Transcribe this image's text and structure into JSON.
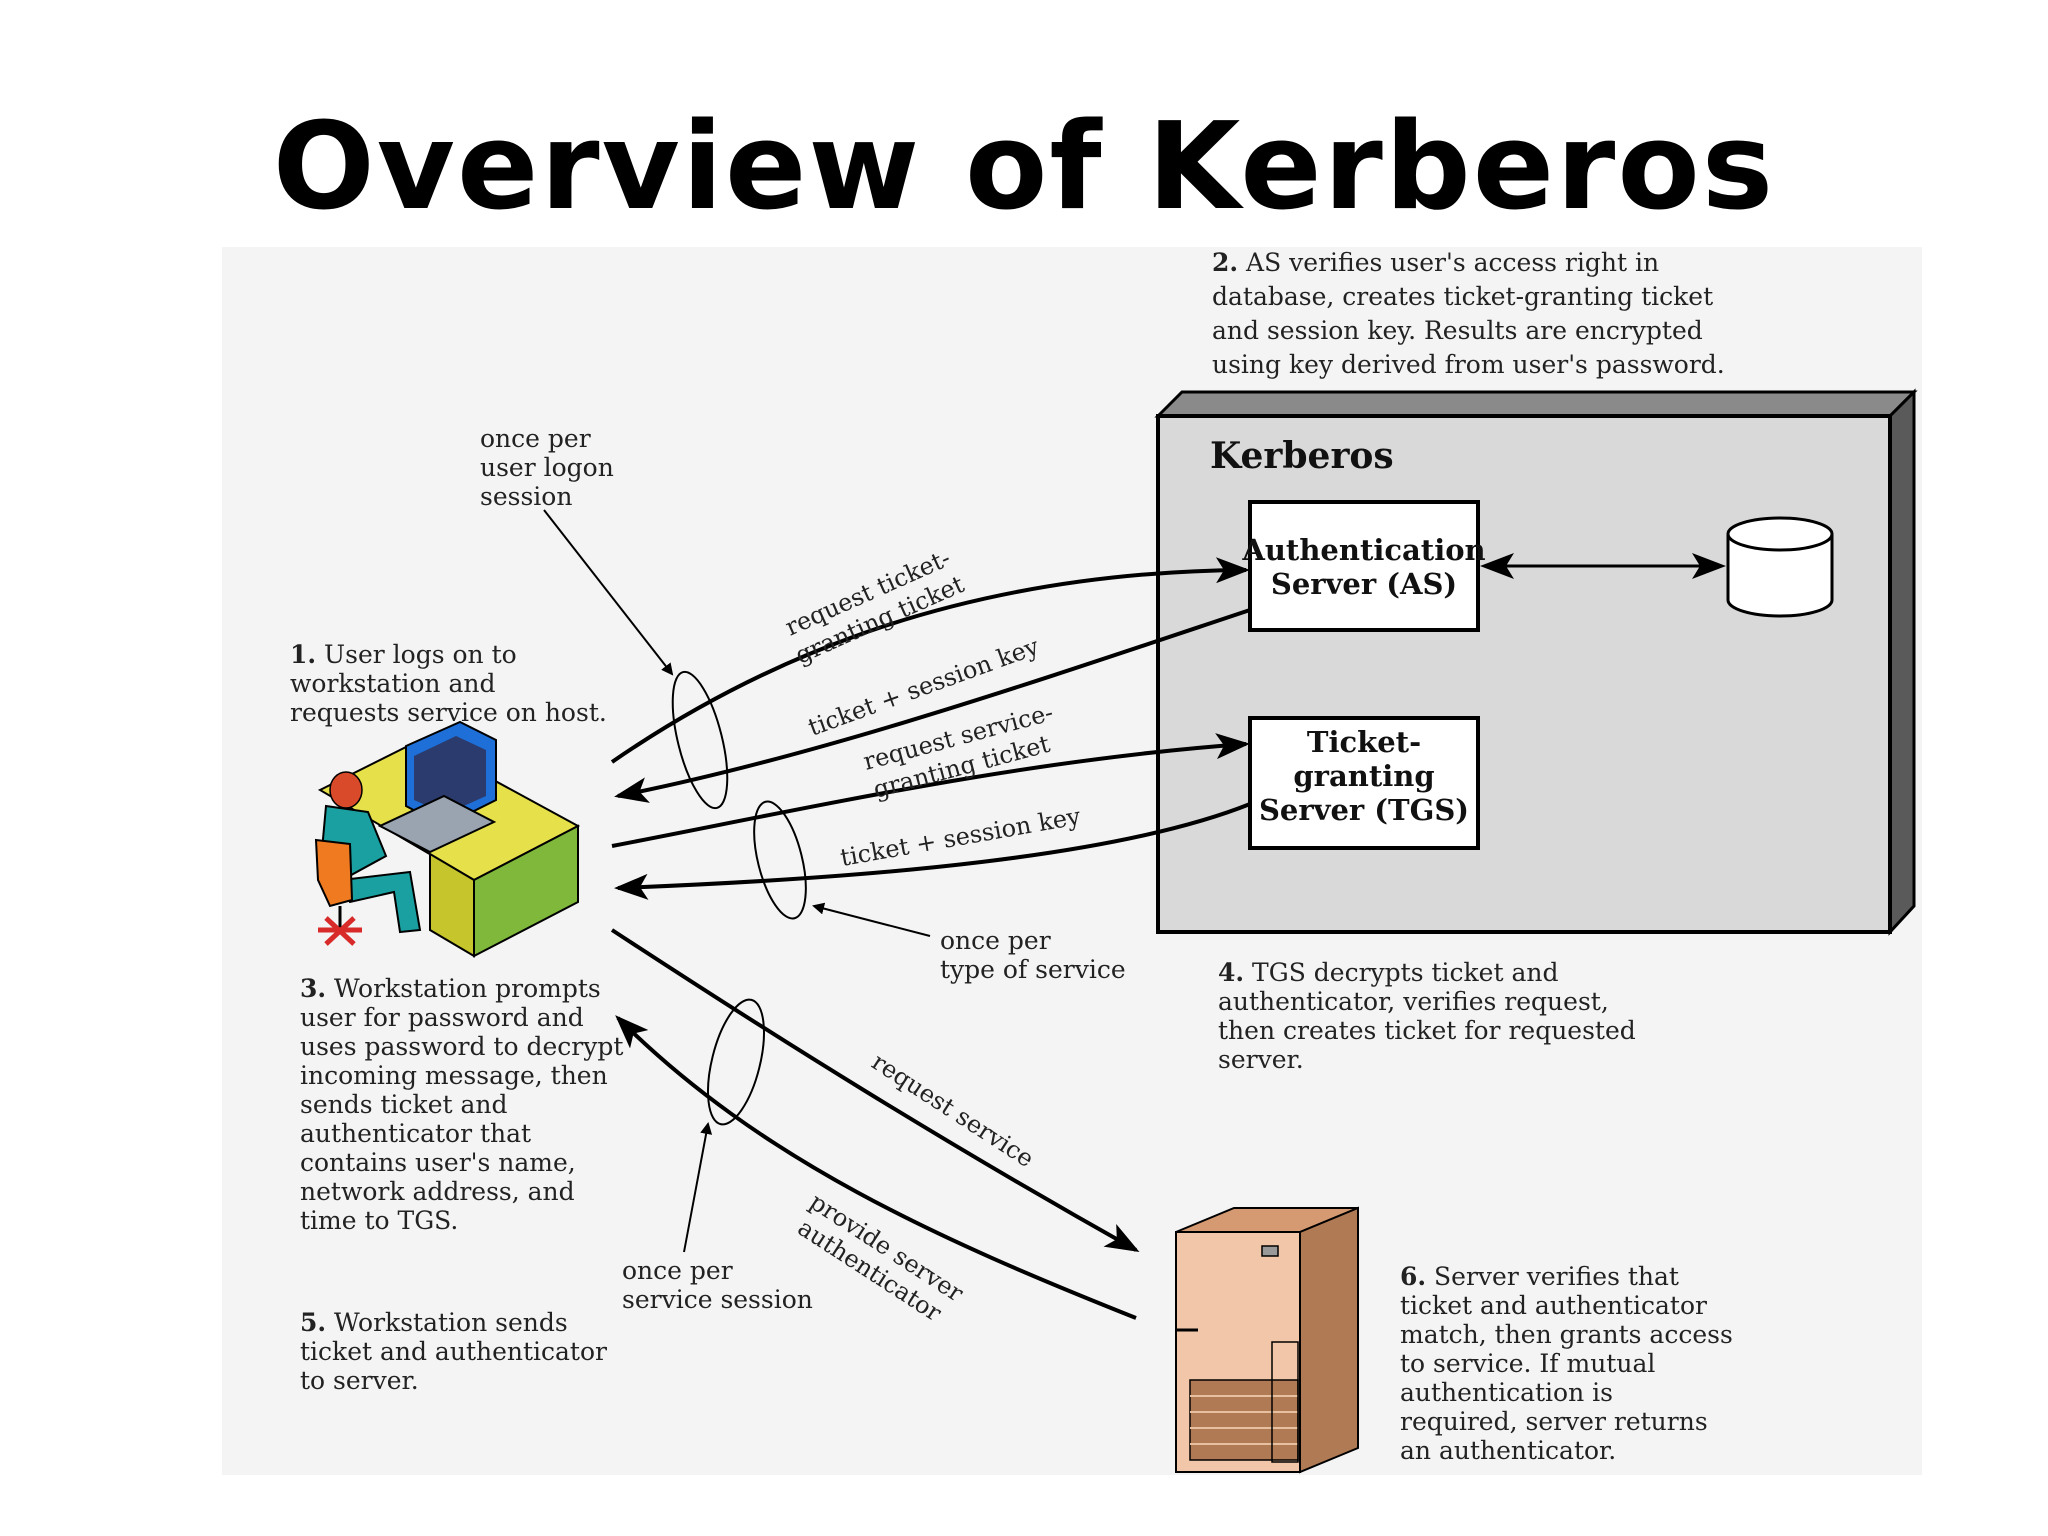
{
  "title": "Overview of Kerberos",
  "colors": {
    "panel": "#f4f4f4",
    "kerberos_box": "#d9d9d9",
    "kerberos_shadow": "#5a5a5a",
    "server_body": "#f2c6a8",
    "server_side": "#b07a55"
  },
  "kerberos": {
    "label": "Kerberos",
    "as_label_1": "Authentication",
    "as_label_2": "Server (AS)",
    "tgs_label_1": "Ticket-",
    "tgs_label_2": "granting",
    "tgs_label_3": "Server (TGS)",
    "database_icon": "database-cylinder-icon"
  },
  "arrows": {
    "request_tgt_1": "request ticket-",
    "request_tgt_2": "granting ticket",
    "ticket_session_key_1": "ticket + session key",
    "request_sgt_1": "request service-",
    "request_sgt_2": "granting ticket",
    "ticket_session_key_2": "ticket + session key",
    "request_service": "request service",
    "provide_auth_1": "provide server",
    "provide_auth_2": "authenticator"
  },
  "frequency_labels": {
    "logon_session": "once per\nuser logon\nsession",
    "type_of_service": "once per\ntype of service",
    "service_session": "once per\nservice session"
  },
  "steps": {
    "s1_num": "1.",
    "s1_text": " User logs on to\nworkstation and\nrequests service on host.",
    "s2_num": "2.",
    "s2_text": " AS verifies user's access right in\ndatabase, creates ticket-granting ticket\nand session key. Results are encrypted\nusing key derived from user's password.",
    "s3_num": "3.",
    "s3_text": " Workstation prompts\nuser for password and\nuses password to decrypt\nincoming message, then\nsends ticket and\nauthenticator that\ncontains user's name,\nnetwork address, and\ntime to TGS.",
    "s4_num": "4.",
    "s4_text": " TGS decrypts ticket and\nauthenticator, verifies request,\nthen creates ticket for requested\nserver.",
    "s5_num": "5.",
    "s5_text": " Workstation sends\nticket and authenticator\nto server.",
    "s6_num": "6.",
    "s6_text": " Server verifies that\nticket and authenticator\nmatch, then grants access\nto service. If mutual\nauthentication is\nrequired, server returns\nan authenticator."
  },
  "icons": {
    "workstation": "user-at-workstation-icon",
    "server": "server-tower-icon"
  }
}
